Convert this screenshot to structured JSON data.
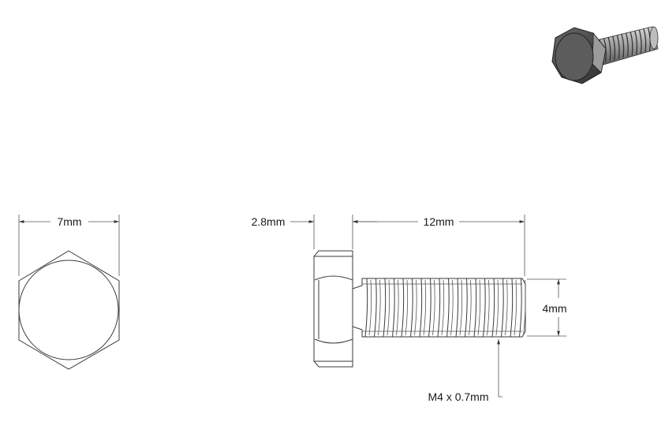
{
  "dimensions": {
    "hex_width": "7mm",
    "head_height": "2.8mm",
    "shank_length": "12mm",
    "thread_diameter": "4mm",
    "thread_callout": "M4 x 0.7mm"
  },
  "views": {
    "end_view": "hex-end-view",
    "side_view": "side-view",
    "iso_view": "isometric-view"
  },
  "colors": {
    "line": "#3a3a3a",
    "text": "#1a1a1a",
    "iso_dark": "#3b3b3b",
    "iso_mid": "#7a7a7a",
    "iso_light": "#c8c8c8"
  }
}
